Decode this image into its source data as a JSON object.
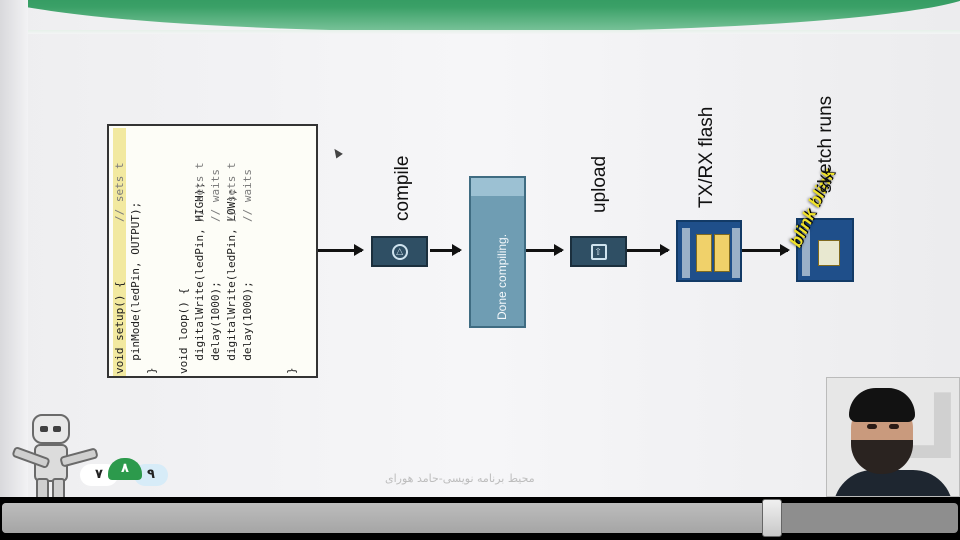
{
  "slide": {
    "code_lines": [
      "void setup() {",
      "  pinMode(ledPin, OUTPUT);",
      "}",
      "",
      "void loop() {",
      "  digitalWrite(ledPin, HIGH);",
      "  delay(1000);",
      "  digitalWrite(ledPin, LOW);",
      "  delay(1000);",
      "}"
    ],
    "code_comments": [
      "// sets t",
      "",
      "",
      "",
      "",
      "// sets t",
      "// waits",
      "// sets t",
      "// waits",
      ""
    ],
    "steps": {
      "compile": "compile",
      "done_compiling": "Done compiling.",
      "upload": "upload",
      "txrx": "TX/RX flash",
      "blink": "blink blink",
      "sketch_runs": "sketch runs"
    },
    "watermark": "محیط برنامه نویسی-حامد هورای",
    "page_numbers": {
      "prev": "۷",
      "current": "۸",
      "next": "۹"
    }
  },
  "player": {
    "progress": 0.805
  },
  "colors": {
    "header_green": "#2c9a4c",
    "step_icon": "#2f4f64",
    "done_box": "#6f9db3",
    "board_blue": "#1f4f8a",
    "blink_yellow": "#f0e22a"
  },
  "icons": {
    "compile": "compile-icon",
    "upload": "upload-icon",
    "logo": "logo-mark-icon"
  }
}
